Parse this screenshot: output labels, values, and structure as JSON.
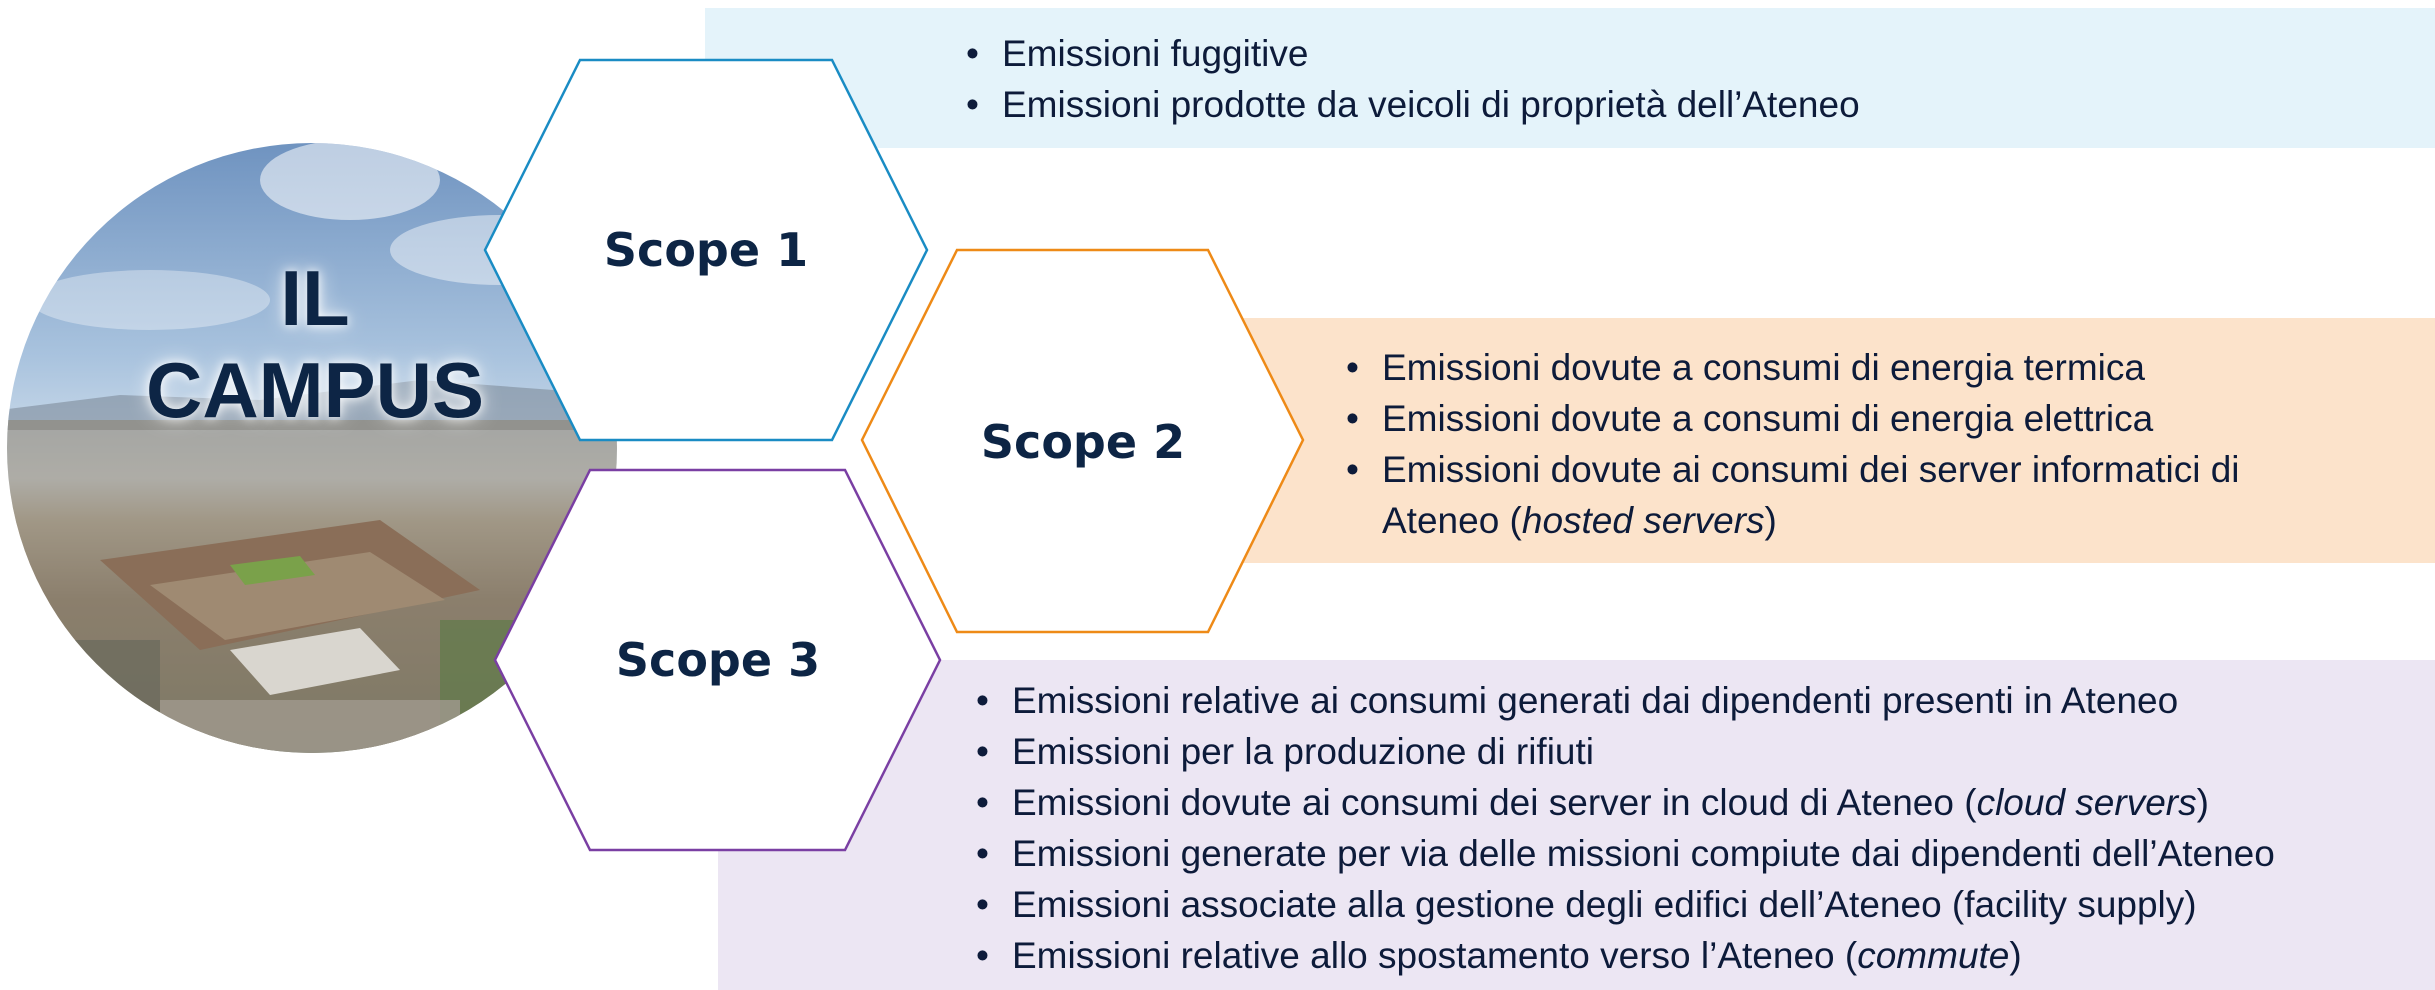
{
  "campus": {
    "line1": "IL",
    "line2": "CAMPUS"
  },
  "scopes": {
    "scope1": {
      "label": "Scope 1",
      "color": "#1a8cc4",
      "band_color": "#e4f3fa",
      "items": [
        "Emissioni fuggitive",
        "Emissioni prodotte da veicoli di proprietà dell’Ateneo"
      ]
    },
    "scope2": {
      "label": "Scope 2",
      "color": "#ee8a17",
      "band_color": "#fce3cb",
      "items": [
        "Emissioni dovute a consumi di energia termica",
        "Emissioni dovute a consumi di energia elettrica"
      ],
      "item3": {
        "pre": "Emissioni dovute ai consumi dei server informatici di",
        "cont_pre": "Ateneo (",
        "italic": "hosted servers",
        "post": ")"
      }
    },
    "scope3": {
      "label": "Scope 3",
      "color": "#7a3fa3",
      "band_color": "#ece6f3",
      "item1": "Emissioni relative ai consumi generati dai dipendenti presenti in Ateneo",
      "item2": "Emissioni per la produzione di rifiuti",
      "item3": {
        "pre": "Emissioni dovute ai consumi dei server in cloud di Ateneo (",
        "italic": "cloud servers",
        "post": ")"
      },
      "item4": "Emissioni generate per via delle missioni compiute dai dipendenti dell’Ateneo",
      "item5": "Emissioni associate alla gestione degli edifici dell’Ateneo (facility supply)",
      "item6": {
        "pre": "Emissioni relative allo spostamento verso l’Ateneo (",
        "italic": "commute",
        "post": ")"
      }
    }
  }
}
